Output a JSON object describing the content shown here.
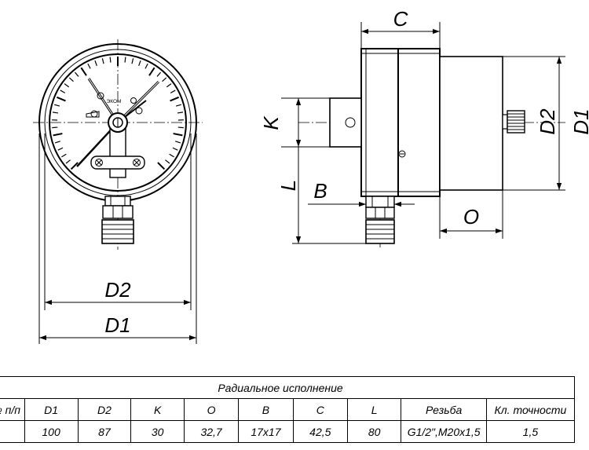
{
  "figure": {
    "front_view": {
      "brand_label": "ЭКОМ",
      "dim_labels": {
        "d2": "D2",
        "d1": "D1"
      }
    },
    "side_view": {
      "dim_labels": {
        "c": "C",
        "k": "K",
        "l": "L",
        "b": "B",
        "o": "O",
        "d2": "D2",
        "d1": "D1"
      }
    }
  },
  "table": {
    "title": "Радиальное исполнение",
    "headers": [
      "№ п/п",
      "D1",
      "D2",
      "K",
      "O",
      "B",
      "C",
      "L",
      "Резьба",
      "Кл. точности"
    ],
    "rows": [
      [
        "",
        "100",
        "87",
        "30",
        "32,7",
        "17x17",
        "42,5",
        "80",
        "G1/2\",M20x1,5",
        "1,5"
      ]
    ]
  }
}
